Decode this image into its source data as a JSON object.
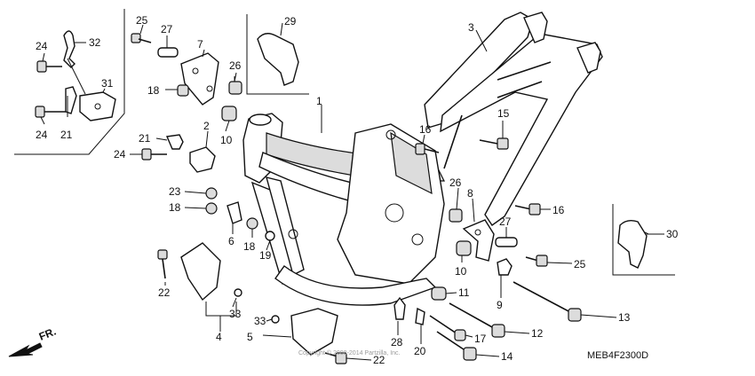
{
  "diagram": {
    "code": "MEB4F2300D",
    "direction": "FR.",
    "watermark": "Copyright © 2008-2014 Partzilla, Inc.",
    "callouts": [
      {
        "id": "c25a",
        "text": "25"
      },
      {
        "id": "c24a",
        "text": "24"
      },
      {
        "id": "c32",
        "text": "32"
      },
      {
        "id": "c31",
        "text": "31"
      },
      {
        "id": "c24b",
        "text": "24"
      },
      {
        "id": "c21a",
        "text": "21"
      },
      {
        "id": "c27a",
        "text": "27"
      },
      {
        "id": "c7",
        "text": "7"
      },
      {
        "id": "c26a",
        "text": "26"
      },
      {
        "id": "c18a",
        "text": "18"
      },
      {
        "id": "c29",
        "text": "29"
      },
      {
        "id": "c3",
        "text": "3"
      },
      {
        "id": "c1",
        "text": "1"
      },
      {
        "id": "c2",
        "text": "2"
      },
      {
        "id": "c10a",
        "text": "10"
      },
      {
        "id": "c21b",
        "text": "21"
      },
      {
        "id": "c24c",
        "text": "24"
      },
      {
        "id": "c15",
        "text": "15"
      },
      {
        "id": "c16a",
        "text": "16"
      },
      {
        "id": "c23",
        "text": "23"
      },
      {
        "id": "c18b",
        "text": "18"
      },
      {
        "id": "c6",
        "text": "6"
      },
      {
        "id": "c18c",
        "text": "18"
      },
      {
        "id": "c19",
        "text": "19"
      },
      {
        "id": "c26b",
        "text": "26"
      },
      {
        "id": "c8",
        "text": "8"
      },
      {
        "id": "c16b",
        "text": "16"
      },
      {
        "id": "c27b",
        "text": "27"
      },
      {
        "id": "c10b",
        "text": "10"
      },
      {
        "id": "c25b",
        "text": "25"
      },
      {
        "id": "c30",
        "text": "30"
      },
      {
        "id": "c22a",
        "text": "22"
      },
      {
        "id": "c11",
        "text": "11"
      },
      {
        "id": "c9",
        "text": "9"
      },
      {
        "id": "c13",
        "text": "13"
      },
      {
        "id": "c33a",
        "text": "33"
      },
      {
        "id": "c33b",
        "text": "33"
      },
      {
        "id": "c4",
        "text": "4"
      },
      {
        "id": "c5",
        "text": "5"
      },
      {
        "id": "c28",
        "text": "28"
      },
      {
        "id": "c20",
        "text": "20"
      },
      {
        "id": "c17",
        "text": "17"
      },
      {
        "id": "c12",
        "text": "12"
      },
      {
        "id": "c14",
        "text": "14"
      },
      {
        "id": "c22b",
        "text": "22"
      }
    ]
  }
}
